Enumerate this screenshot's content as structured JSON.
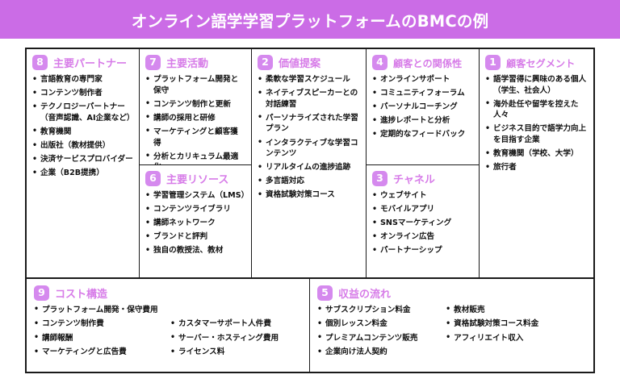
{
  "header": {
    "title": "オンライン語学学習プラットフォームのBMCの例",
    "bg_color": "#cb6ce6",
    "text_color": "#ffffff"
  },
  "theme": {
    "accent": "#d77ce8",
    "badge_bg": "#d589ee",
    "border": "#1a1a1a",
    "text": "#111111"
  },
  "blocks": {
    "key_partners": {
      "number": "8",
      "title": "主要パートナー",
      "items": [
        "言語教育の専門家",
        "コンテンツ制作者",
        "テクノロジーパートナー（音声認識、AI企業など）",
        "教育機関",
        "出版社（教材提供）",
        "決済サービスプロバイダー",
        "企業（B2B提携）"
      ]
    },
    "key_activities": {
      "number": "7",
      "title": "主要活動",
      "items": [
        "プラットフォーム開発と保守",
        "コンテンツ制作と更新",
        "講師の採用と研修",
        "マーケティングと顧客獲得",
        "分析とカリキュラム最適化"
      ]
    },
    "key_resources": {
      "number": "6",
      "title": "主要リソース",
      "items": [
        "学習管理システム（LMS）",
        "コンテンツライブラリ",
        "講師ネットワーク",
        "ブランドと評判",
        "独自の教授法、教材"
      ]
    },
    "value_propositions": {
      "number": "2",
      "title": "価値提案",
      "items": [
        "柔軟な学習スケジュール",
        "ネイティブスピーカーとの対話練習",
        "パーソナライズされた学習プラン",
        "インタラクティブな学習コンテンツ",
        "リアルタイムの進捗追跡",
        "多言語対応",
        "資格試験対策コース"
      ]
    },
    "customer_relationships": {
      "number": "4",
      "title": "顧客との関係性",
      "items": [
        "オンラインサポート",
        "コミュニティフォーラム",
        "パーソナルコーチング",
        "進捗レポートと分析",
        "定期的なフィードバック"
      ]
    },
    "channels": {
      "number": "3",
      "title": "チャネル",
      "items": [
        "ウェブサイト",
        "モバイルアプリ",
        "SNSマーケティング",
        "オンライン広告",
        "パートナーシップ"
      ]
    },
    "customer_segments": {
      "number": "1",
      "title": "顧客セグメント",
      "items": [
        "語学習得に興味のある個人（学生、社会人）",
        "海外赴任や留学を控えた人々",
        "ビジネス目的で語学力向上を目指す企業",
        "教育機関（学校、大学）",
        "旅行者"
      ]
    },
    "cost_structure": {
      "number": "9",
      "title": "コスト構造",
      "items_left": [
        "プラットフォーム開発・保守費用",
        "コンテンツ制作費",
        "講師報酬",
        "マーケティングと広告費"
      ],
      "items_right": [
        "カスタマーサポート人件費",
        "サーバー・ホスティング費用",
        "ライセンス料"
      ]
    },
    "revenue_streams": {
      "number": "5",
      "title": "収益の流れ",
      "items_left": [
        "サブスクリプション料金",
        "個別レッスン料金",
        "プレミアムコンテンツ販売",
        "企業向け法人契約"
      ],
      "items_right": [
        "教材販売",
        "資格試験対策コース料金",
        "アフィリエイト収入"
      ]
    }
  }
}
